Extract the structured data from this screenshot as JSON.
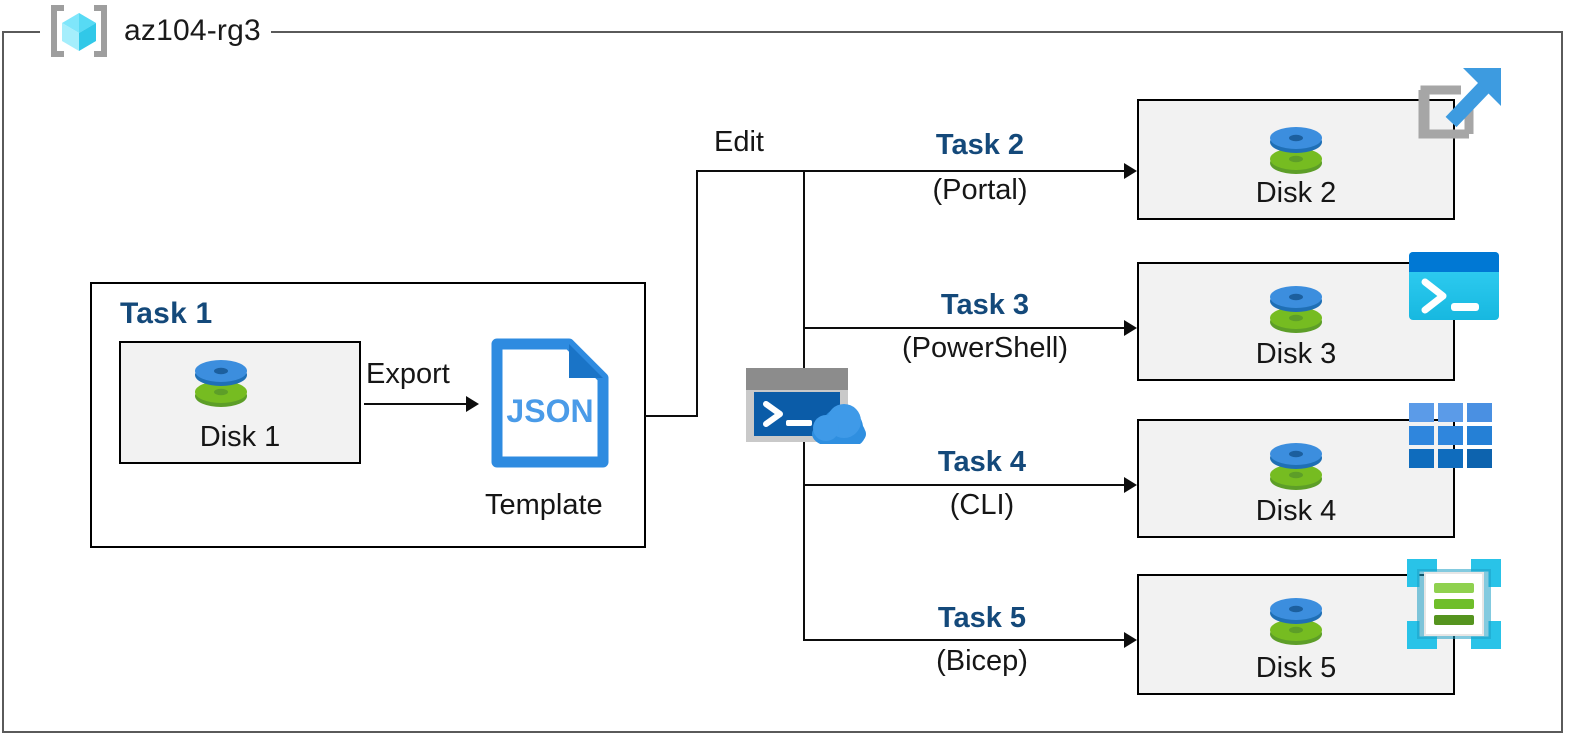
{
  "resource_group": {
    "name": "az104-rg3",
    "icon": "resource-group-cube-icon"
  },
  "task1": {
    "title": "Task 1",
    "disk": {
      "label": "Disk 1",
      "icon": "managed-disk-icon"
    },
    "export_label": "Export",
    "template": {
      "file_type": "JSON",
      "label": "Template",
      "icon": "json-file-icon"
    }
  },
  "edit_label": "Edit",
  "cloud_shell": {
    "icon": "cloud-shell-icon"
  },
  "flows": [
    {
      "task": "Task 2",
      "method": "(Portal)",
      "target": {
        "label": "Disk 2",
        "icon": "managed-disk-icon"
      },
      "service_icon": "azure-portal-icon"
    },
    {
      "task": "Task 3",
      "method": "(PowerShell)",
      "target": {
        "label": "Disk 3",
        "icon": "managed-disk-icon"
      },
      "service_icon": "powershell-icon"
    },
    {
      "task": "Task 4",
      "method": "(CLI)",
      "target": {
        "label": "Disk 4",
        "icon": "azure-cli-grid-icon"
      },
      "service_icon": "azure-cli-grid-icon"
    },
    {
      "task": "Task 5",
      "method": "(Bicep)",
      "target": {
        "label": "Disk 5",
        "icon": "managed-disk-icon"
      },
      "service_icon": "bicep-icon"
    }
  ],
  "colors": {
    "task_blue": "#14497a",
    "frame_gray": "#5a5a5a",
    "box_fill": "#f2f2f2",
    "disk_blue": "#3c8ede",
    "disk_green": "#76bc21",
    "json_blue": "#2e8be0",
    "portal_blue": "#3d9be0",
    "powershell_cyan": "#2ec6f0",
    "cli_blue": "#1a7fd4",
    "bicep_cyan": "#29c3e8",
    "bicep_green": "#74b92a"
  }
}
